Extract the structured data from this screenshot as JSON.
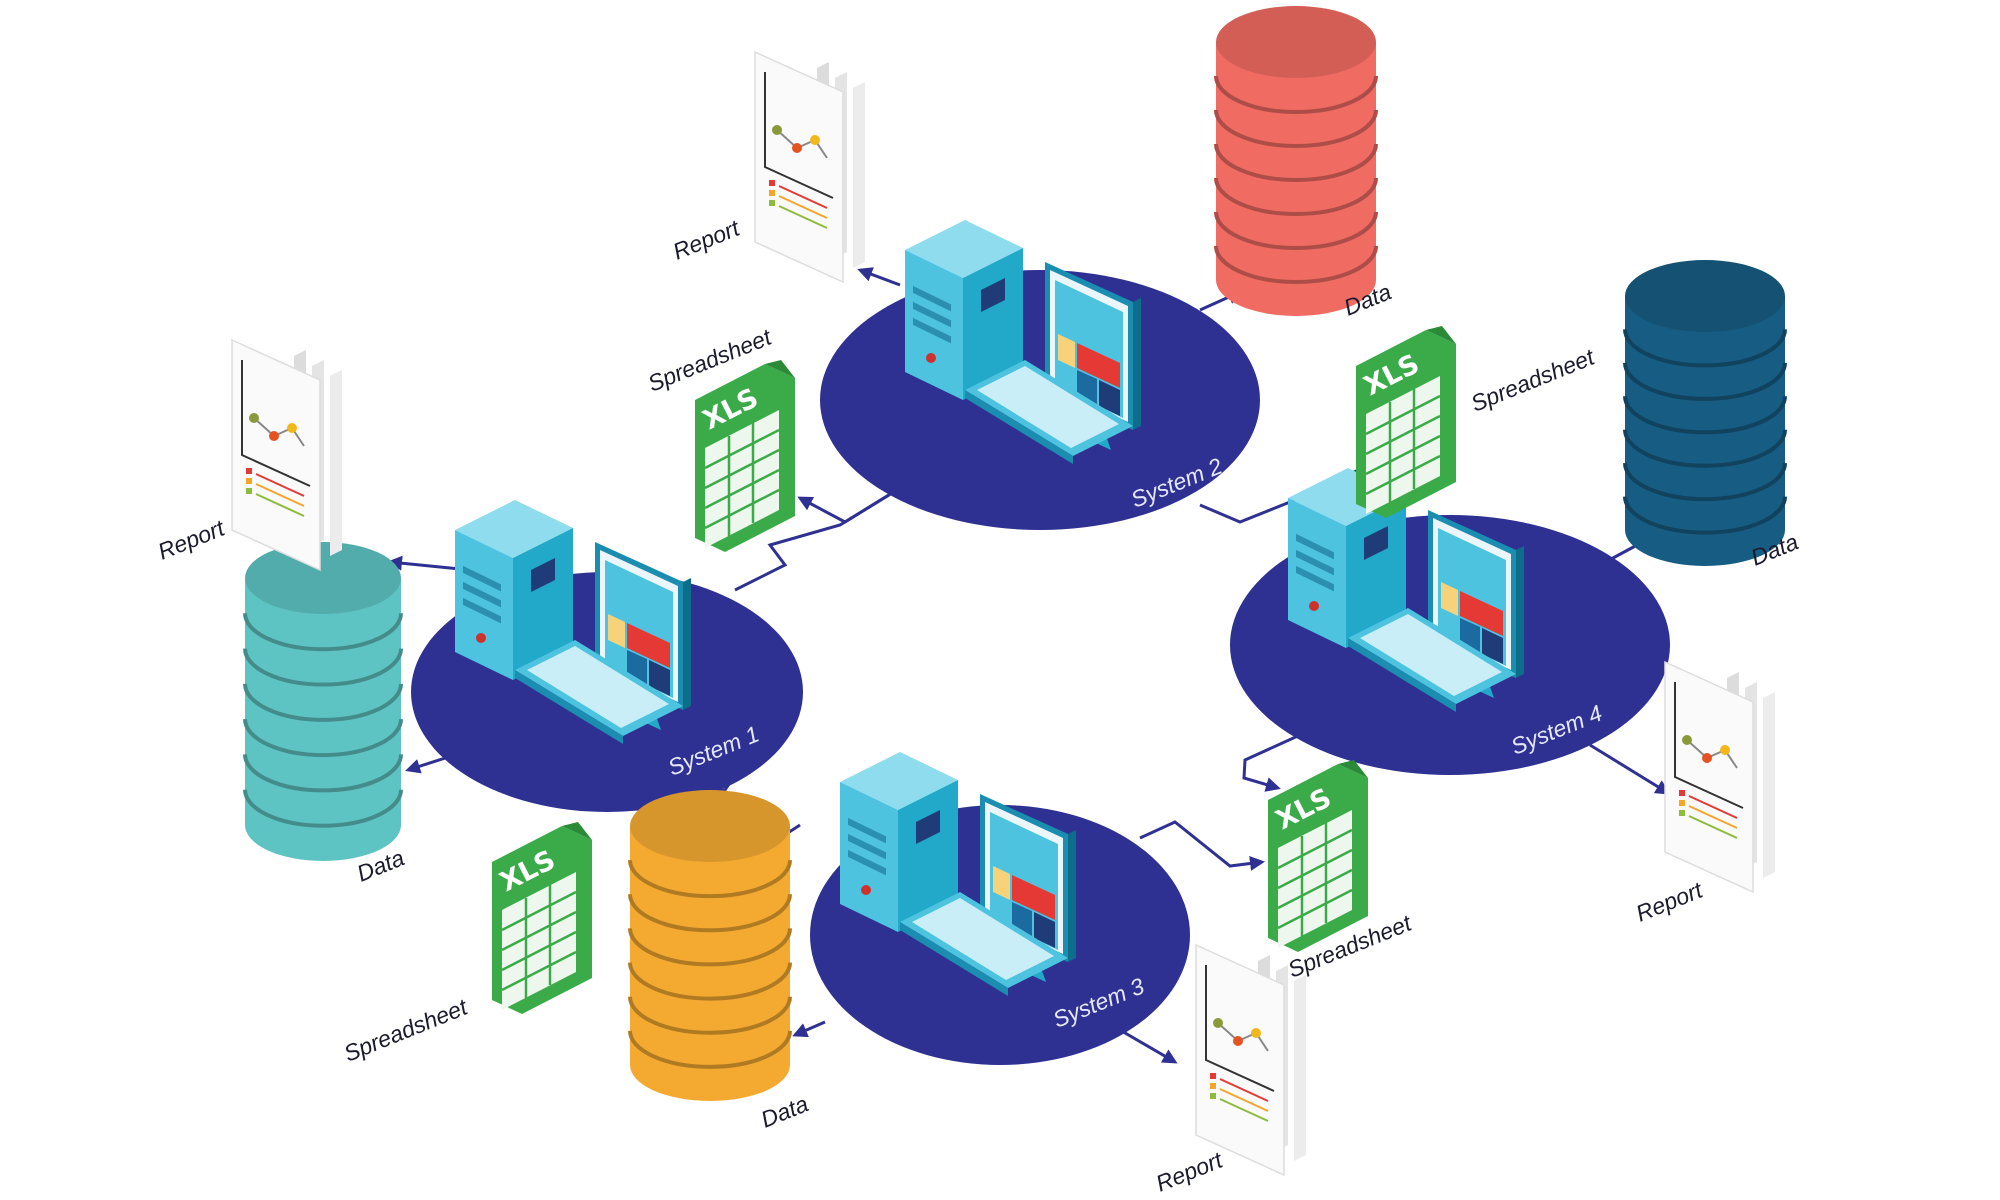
{
  "systems": [
    {
      "label": "System 1"
    },
    {
      "label": "System 2"
    },
    {
      "label": "System 3"
    },
    {
      "label": "System 4"
    }
  ],
  "labels": {
    "report": "Report",
    "spreadsheet": "Spreadsheet",
    "data": "Data",
    "xls": "XLS"
  },
  "colors": {
    "disk": "#2e3192",
    "connector": "#2e3192",
    "db_system1": "#5ec3c3",
    "db_system2": "#f06b62",
    "db_system3": "#f4aa31",
    "db_system4": "#175c82",
    "spreadsheet_green": "#3bab49",
    "computer_cyan": "#4ec3e0"
  }
}
